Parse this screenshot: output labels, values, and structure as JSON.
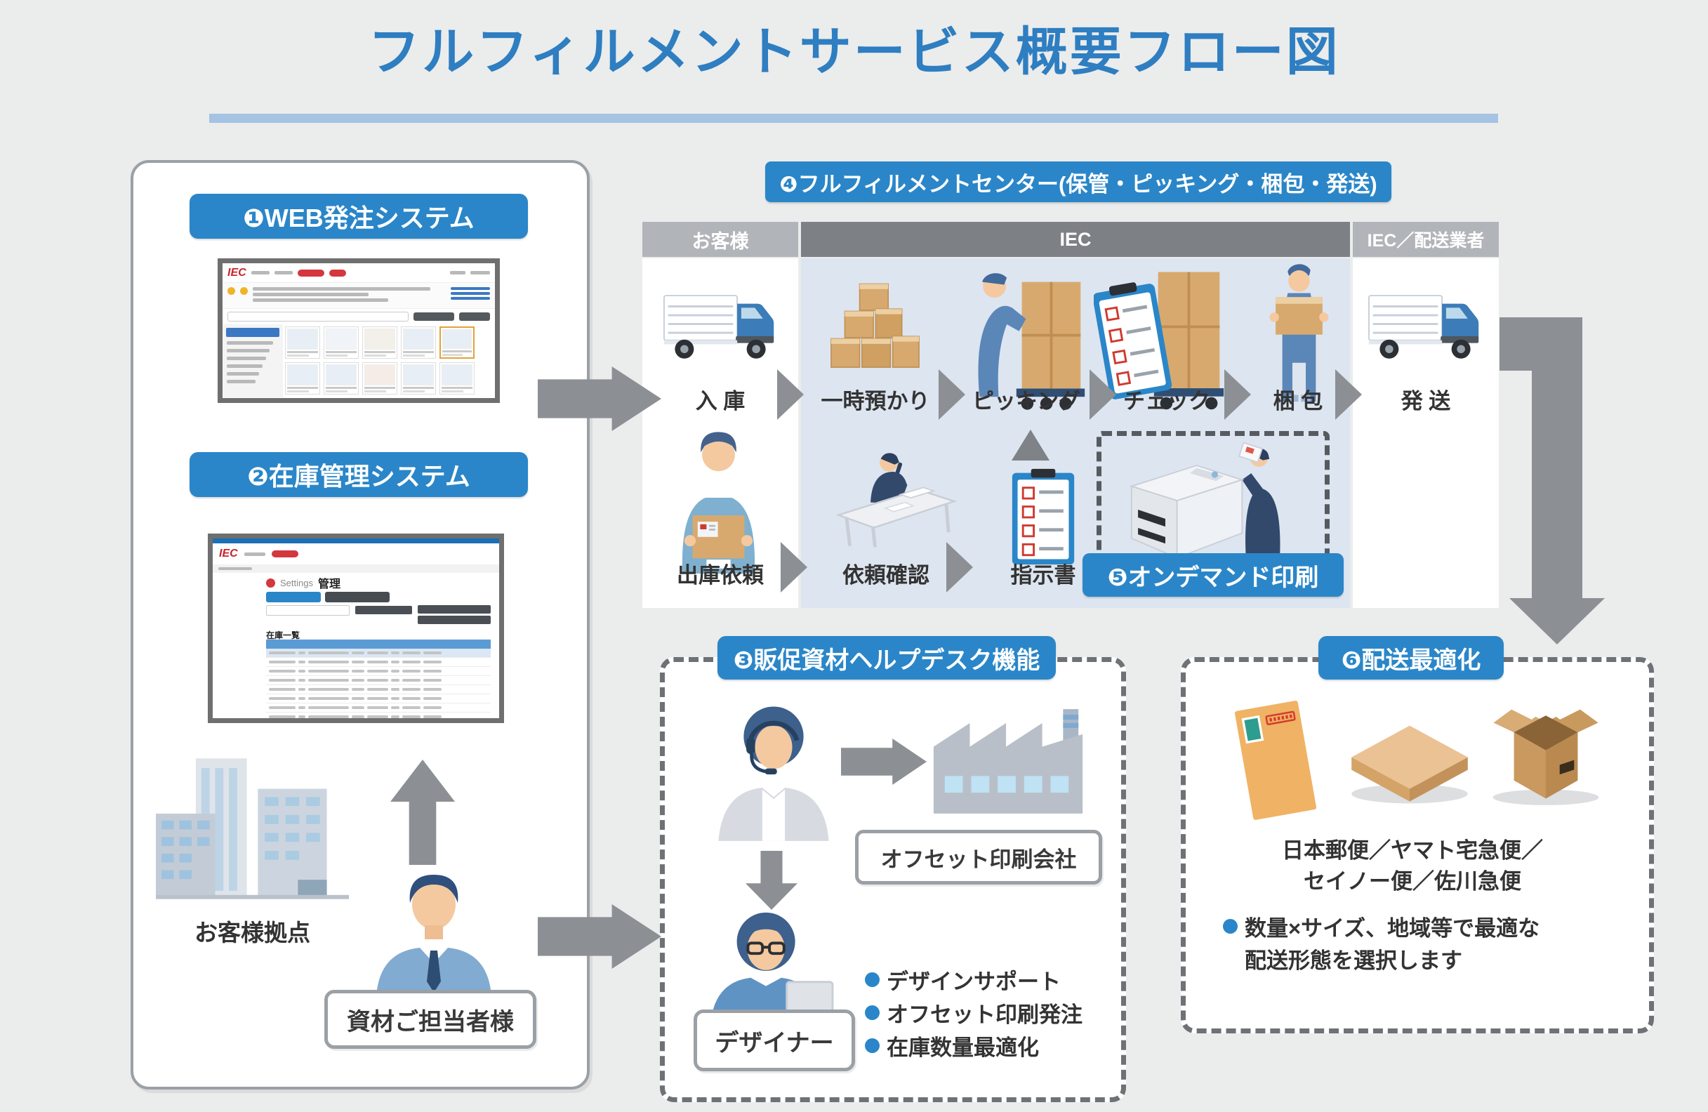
{
  "title": "フルフィルメントサービス概要フロー図",
  "colors": {
    "accent_blue": "#2a86c8",
    "title_blue": "#2e7ec1",
    "arrow_gray": "#8c9094",
    "iec_lane_bg": "#dde5f0"
  },
  "left_panel": {
    "web_order_badge": "❶WEB発注システム",
    "inventory_badge": "❷在庫管理システム",
    "customer_sites_label": "お客様拠点",
    "material_person_label": "資材ご担当者様"
  },
  "web_order_screenshot": {
    "logo": "IEC"
  },
  "inventory_screenshot": {
    "logo": "IEC",
    "settings_label": "Settings",
    "page_title": "管理",
    "table_title": "在庫一覧"
  },
  "fulfillment_center": {
    "badge": "❹フルフィルメントセンター(保管・ピッキング・梱包・発送)",
    "lanes": [
      "お客様",
      "IEC",
      "IEC／配送業者"
    ],
    "top_flow": [
      "入 庫",
      "一時預かり",
      "ピッキング",
      "チェック",
      "梱 包",
      "発 送"
    ],
    "bottom_flow": [
      "出庫依頼",
      "依頼確認",
      "指示書"
    ],
    "on_demand_badge": "❺オンデマンド印刷"
  },
  "helpdesk": {
    "badge": "❸販促資材ヘルプデスク機能",
    "offset_company_label": "オフセット印刷会社",
    "designer_label": "デザイナー",
    "bullets": [
      "デザインサポート",
      "オフセット印刷発注",
      "在庫数量最適化"
    ]
  },
  "delivery": {
    "badge": "❻配送最適化",
    "carriers": [
      "日本郵便／ヤマト宅急便／",
      "セイノー便／佐川急便"
    ],
    "note": [
      "数量×サイズ、地域等で最適な",
      "配送形態を選択します"
    ]
  }
}
